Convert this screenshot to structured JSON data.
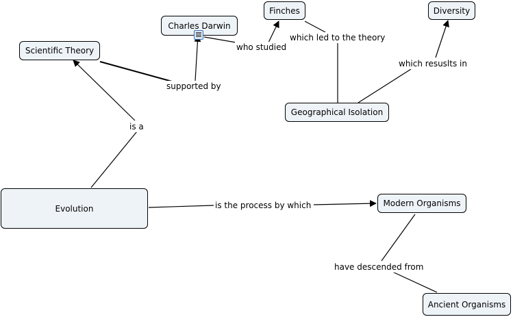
{
  "nodes": {
    "evolution": "Evolution",
    "scientific_theory": "Scientific Theory",
    "charles_darwin": "Charles Darwin",
    "finches": "Finches",
    "diversity": "Diversity",
    "geographical_isolation": "Geographical Isolation",
    "modern_organisms": "Modern Organisms",
    "ancient_organisms": "Ancient Organisms"
  },
  "links": {
    "is_a": "is a",
    "supported_by": "supported by",
    "who_studied": "who studied",
    "which_led_to_the_theory": "which led to the theory",
    "which_results_in": "which resuslts in",
    "is_the_process_by_which": "is the process by which",
    "have_descended_from": "have descended from"
  },
  "icons": {
    "resource": "document-icon"
  },
  "colors": {
    "node_fill": "#eef3f7",
    "line": "#000000"
  }
}
